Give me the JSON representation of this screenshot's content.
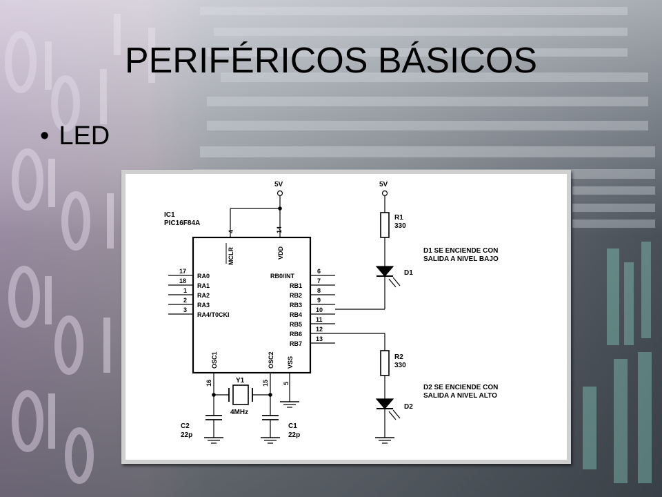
{
  "slide": {
    "title": "PERIFÉRICOS BÁSICOS",
    "bullet": "LED"
  },
  "colors": {
    "background_left": "#c8b7cf",
    "background_right": "#4a5560",
    "frame": "#d0d0d0"
  },
  "schematic": {
    "supply_label": "5V",
    "ic": {
      "ref": "IC1",
      "part": "PIC16F84A",
      "pin_mclr": "MCLR",
      "pin_vdd": "VDD",
      "pin_osc1": "OSC1",
      "pin_osc2": "OSC2",
      "pin_vss": "VSS",
      "num_mclr": "4",
      "num_vdd": "14",
      "num_osc1": "16",
      "num_osc2": "15",
      "num_vss": "5",
      "left_pins": [
        {
          "num": "17",
          "name": "RA0"
        },
        {
          "num": "18",
          "name": "RA1"
        },
        {
          "num": "1",
          "name": "RA2"
        },
        {
          "num": "2",
          "name": "RA3"
        },
        {
          "num": "3",
          "name": "RA4/T0CKI"
        }
      ],
      "right_pins": [
        {
          "num": "6",
          "name": "RB0/INT"
        },
        {
          "num": "7",
          "name": "RB1"
        },
        {
          "num": "8",
          "name": "RB2"
        },
        {
          "num": "9",
          "name": "RB3"
        },
        {
          "num": "10",
          "name": "RB4"
        },
        {
          "num": "11",
          "name": "RB5"
        },
        {
          "num": "12",
          "name": "RB6"
        },
        {
          "num": "13",
          "name": "RB7"
        }
      ]
    },
    "r1": {
      "ref": "R1",
      "value": "330"
    },
    "r2": {
      "ref": "R2",
      "value": "330"
    },
    "d1": {
      "ref": "D1",
      "note_line1": "D1 SE ENCIENDE CON",
      "note_line2": "SALIDA A NIVEL BAJO"
    },
    "d2": {
      "ref": "D2",
      "note_line1": "D2 SE ENCIENDE CON",
      "note_line2": "SALIDA A NIVEL ALTO"
    },
    "y1": {
      "ref": "Y1",
      "value": "4MHz"
    },
    "c1": {
      "ref": "C1",
      "value": "22p"
    },
    "c2": {
      "ref": "C2",
      "value": "22p"
    }
  }
}
